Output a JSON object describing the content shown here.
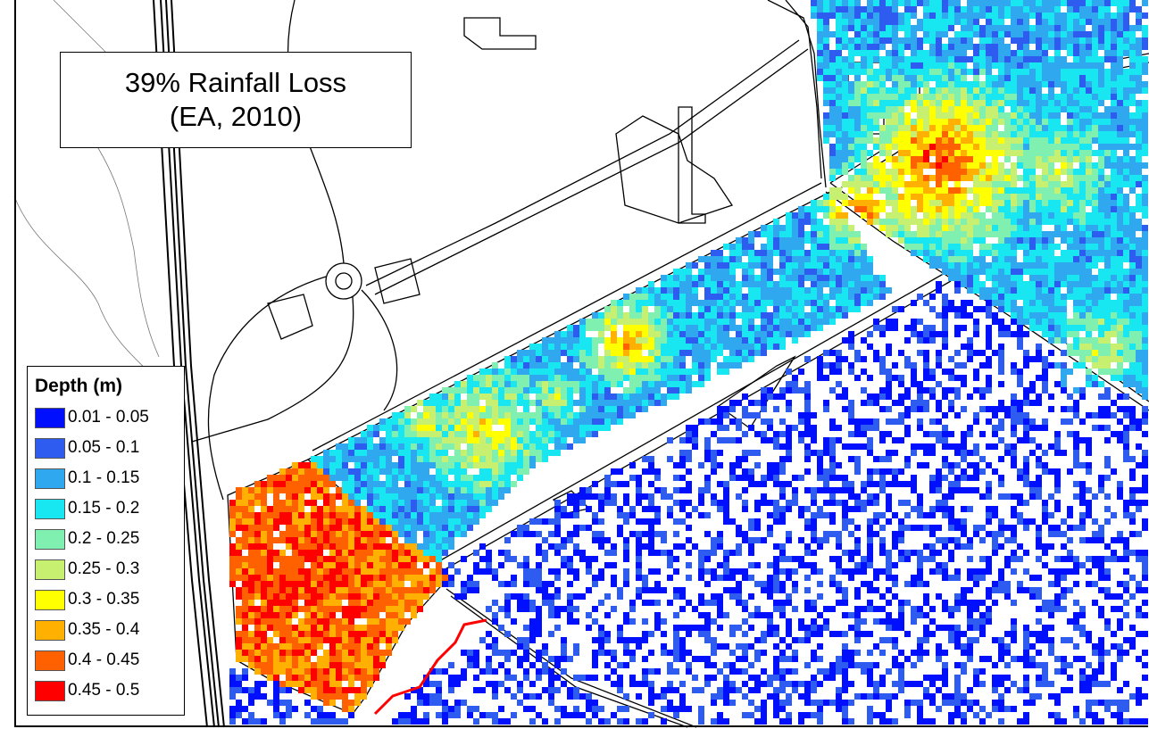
{
  "map": {
    "title_line1": "39% Rainfall Loss",
    "title_line2": "(EA, 2010)",
    "background_color": "#ffffff",
    "linework_color": "#000000"
  },
  "legend": {
    "title": "Depth (m)",
    "classes": [
      {
        "label": "0.01 - 0.05",
        "color": "#0010ff"
      },
      {
        "label": "0.05 - 0.1",
        "color": "#2f5cf0"
      },
      {
        "label": "0.1 - 0.15",
        "color": "#2fa8f0"
      },
      {
        "label": "0.15 - 0.2",
        "color": "#18e6f0"
      },
      {
        "label": "0.2 - 0.25",
        "color": "#7ff0b0"
      },
      {
        "label": "0.25 - 0.3",
        "color": "#c8f070"
      },
      {
        "label": "0.3 - 0.35",
        "color": "#ffff00"
      },
      {
        "label": "0.35 - 0.4",
        "color": "#ffb000"
      },
      {
        "label": "0.4 - 0.45",
        "color": "#ff6000"
      },
      {
        "label": "0.45 - 0.5",
        "color": "#ff0000"
      }
    ]
  }
}
